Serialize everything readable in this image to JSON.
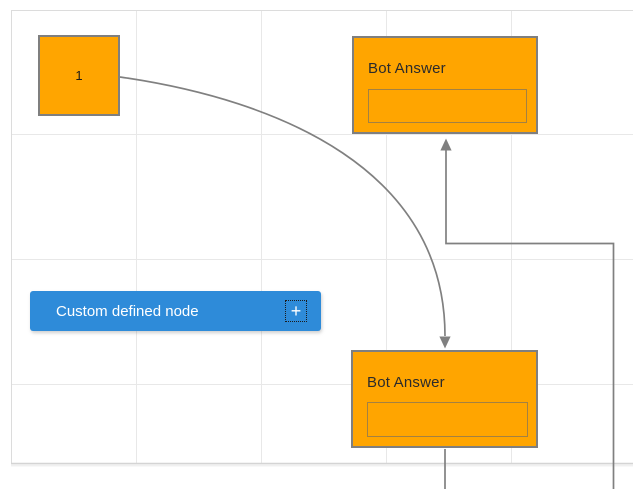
{
  "canvas": {
    "type": "diagram-grid-canvas",
    "background_color": "#ffffff",
    "grid_color": "#e8e8e8",
    "page_border_color": "#d9d9d9"
  },
  "nodes": {
    "start": {
      "label": "1",
      "fill": "#FFA500",
      "border_color": "#7f7f7f"
    },
    "bot_answer_top": {
      "title": "Bot Answer",
      "fill": "#FFA500",
      "border_color": "#7f7f7f",
      "field_value": "",
      "field_placeholder": ""
    },
    "bot_answer_bottom": {
      "title": "Bot Answer",
      "fill": "#FFA500",
      "border_color": "#7f7f7f",
      "field_value": "",
      "field_placeholder": ""
    },
    "custom_defined": {
      "label": "Custom defined node",
      "fill": "#2E8BD9",
      "text_color": "#ffffff",
      "add_icon_glyph": "+"
    }
  },
  "connectors": {
    "color": "#808080",
    "items": [
      {
        "name": "curved-link-start-to-bottom-bot",
        "from": "start",
        "to": "bot_answer_bottom",
        "style": "bezier",
        "arrow": "down"
      },
      {
        "name": "ortho-link-to-top-bot",
        "to": "bot_answer_top",
        "style": "orthogonal",
        "arrow": "up"
      },
      {
        "name": "stub-link-from-bottom-bot",
        "from": "bot_answer_bottom",
        "style": "straight",
        "arrow": "none"
      }
    ]
  }
}
